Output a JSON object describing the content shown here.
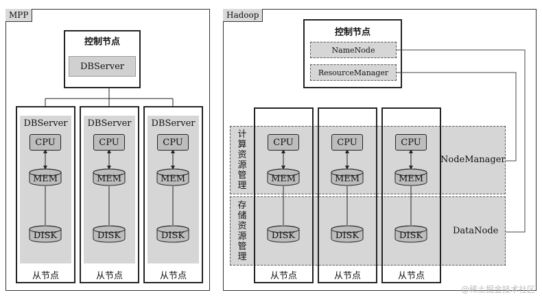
{
  "mpp": {
    "tag": "MPP",
    "control_node": {
      "title": "控制节点",
      "server": "DBServer"
    },
    "slaves": [
      {
        "server": "DBServer",
        "cpu": "CPU",
        "mem": "MEM",
        "disk": "DISK",
        "label": "从节点"
      },
      {
        "server": "DBServer",
        "cpu": "CPU",
        "mem": "MEM",
        "disk": "DISK",
        "label": "从节点"
      },
      {
        "server": "DBServer",
        "cpu": "CPU",
        "mem": "MEM",
        "disk": "DISK",
        "label": "从节点"
      }
    ]
  },
  "hadoop": {
    "tag": "Hadoop",
    "control_node": {
      "title": "控制节点",
      "namenode": "NameNode",
      "resource_manager": "ResourceManager"
    },
    "compute_band": {
      "label": "计算资源管理",
      "manager": "NodeManager"
    },
    "storage_band": {
      "label": "存储资源管理",
      "manager": "DataNode"
    },
    "slaves": [
      {
        "cpu": "CPU",
        "mem": "MEM",
        "disk": "DISK",
        "label": "从节点"
      },
      {
        "cpu": "CPU",
        "mem": "MEM",
        "disk": "DISK",
        "label": "从节点"
      },
      {
        "cpu": "CPU",
        "mem": "MEM",
        "disk": "DISK",
        "label": "从节点"
      }
    ]
  },
  "watermark": "@稀土掘金技术社区"
}
